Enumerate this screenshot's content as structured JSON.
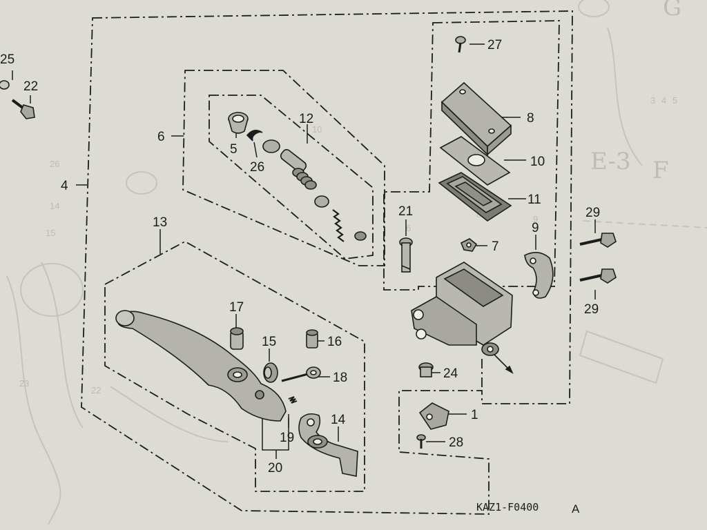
{
  "diagram": {
    "code": "KAZ1-F0400",
    "code_suffix": "A",
    "labels": {
      "p1": "1",
      "p4": "4",
      "p5": "5",
      "p6": "6",
      "p7": "7",
      "p8": "8",
      "p9": "9",
      "p10": "10",
      "p11": "11",
      "p12": "12",
      "p13": "13",
      "p14": "14",
      "p15": "15",
      "p16": "16",
      "p17": "17",
      "p18": "18",
      "p19": "19",
      "p20": "20",
      "p21": "21",
      "p22": "22",
      "p24": "24",
      "p25": "25",
      "p26": "26",
      "p27": "27",
      "p28": "28",
      "p29a": "29",
      "p29b": "29"
    }
  },
  "background_ghost": {
    "texts": {
      "g1": "26",
      "g2": "14",
      "g3": "15",
      "g4": "22",
      "g5": "23",
      "g6": "10",
      "g7": "3",
      "g8": "4",
      "g9": "5",
      "g10": "6",
      "g11": "8",
      "g12": "9"
    },
    "big": {
      "b1": "G",
      "b2": "E-3",
      "b3": "F"
    }
  },
  "colors": {
    "ink": "#1c1c1c",
    "paper": "#dcdcd4",
    "ghost": "#bdbdb5",
    "part_fill": "#a8a8a0"
  }
}
